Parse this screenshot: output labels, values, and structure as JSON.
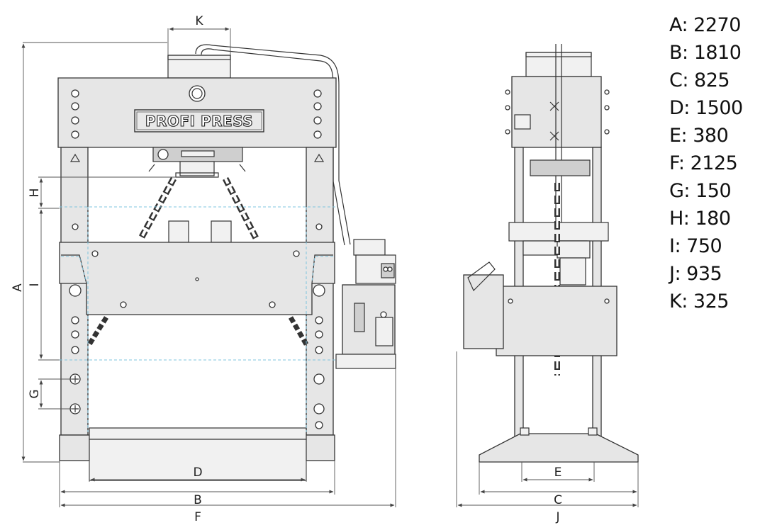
{
  "brand_plate": "PROFI PRESS",
  "dimension_labels": {
    "a": "A",
    "b": "B",
    "c": "C",
    "d": "D",
    "e": "E",
    "f": "F",
    "g": "G",
    "h": "H",
    "i": "I",
    "j": "J",
    "k": "K"
  },
  "legend": [
    "A: 2270",
    "B: 1810",
    "C: 825",
    "D: 1500",
    "E: 380",
    "F: 2125",
    "G: 150",
    "H: 180",
    "I: 750",
    "J: 935",
    "K: 325"
  ],
  "colors": {
    "line": "#333333",
    "frame_fill": "#e6e6e6",
    "dashed_guide": "#7fc4df"
  }
}
